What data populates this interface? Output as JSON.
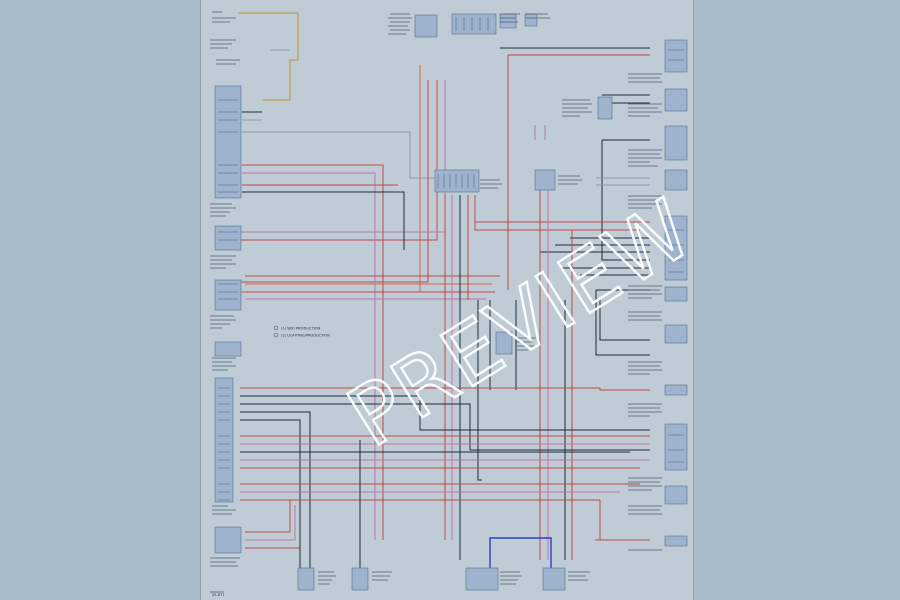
{
  "watermark": "PREVIEW",
  "colors": {
    "background": "#a9bac8",
    "sheet": "#bfccd6",
    "wire_red": "#c04848",
    "wire_orange": "#d06a4a",
    "wire_pink": "#b879a2",
    "wire_black": "#1f2a36",
    "wire_gray": "#8d9aa6",
    "wire_blue": "#2a3fd0",
    "wire_yellow": "#b9943a",
    "box_fill": "#9fb3cf",
    "box_stroke": "#55708f"
  },
  "legend": {
    "note_1": "(1) W/O PRODUCTION",
    "note_2": "(2) LIGHTING/PRODUCTION"
  },
  "page_ref": "05-871"
}
